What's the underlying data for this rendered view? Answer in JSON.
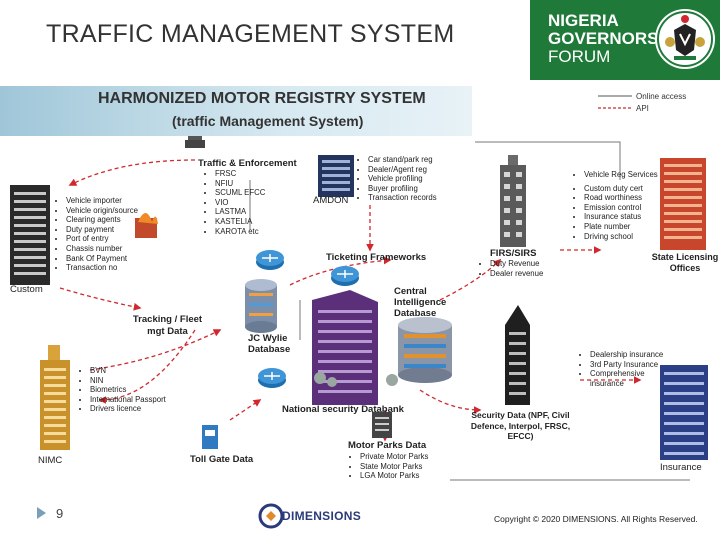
{
  "header": {
    "title": "TRAFFIC MANAGEMENT SYSTEM",
    "logo": {
      "line1": "NIGERIA",
      "line2": "GOVERNORS'",
      "line3": "FORUM"
    }
  },
  "banner": {
    "line1": "HARMONIZED MOTOR REGISTRY SYSTEM",
    "line2": "(traffic Management System)"
  },
  "legend": {
    "online": "Online access",
    "api": "API"
  },
  "nodes": {
    "traffic": {
      "title": "Traffic & Enforcement",
      "items": [
        "FRSC",
        "NFIU",
        "SCUML EFCC",
        "VIO",
        "LASTMA",
        "KASTELIA",
        "KAROTA etc"
      ]
    },
    "amdon": {
      "title": "AMDON",
      "items": [
        "Car stand/park reg",
        "Dealer/Agent reg",
        "Vehicle profiling",
        "Buyer profiling",
        "Transaction records"
      ]
    },
    "custom": {
      "title": "Custom",
      "items": [
        "Vehicle importer",
        "Vehicle origin/source",
        "Clearing agents",
        "Duty payment",
        "Port of entry",
        "Chassis number",
        "Bank Of Payment",
        "Transaction no"
      ]
    },
    "firs": {
      "title": "FIRS/SIRS",
      "items": [
        "Duty Revenue",
        "Dealer revenue"
      ]
    },
    "state_licensing": {
      "title": "State Licensing Offices",
      "items": [
        "Vehicle Reg Services",
        "Custom duty cert",
        "Road worthiness",
        "Emission control",
        "Insurance status",
        "Plate number",
        "Driving school"
      ]
    },
    "ticketing": {
      "title": "Ticketing Frameworks"
    },
    "central": {
      "title": "Central Intelligence Database"
    },
    "tracking": {
      "title": "Tracking / Fleet mgt Data"
    },
    "jcwylie": {
      "title": "JC Wylie Database"
    },
    "nimc": {
      "title": "NIMC",
      "items": [
        "BVN",
        "NIN",
        "Biometrics",
        "International Passport",
        "Drivers licence"
      ]
    },
    "national_security": {
      "title": "National security Databank"
    },
    "security_data": {
      "title": "Security Data (NPF, Civil Defence, Interpol, FRSC, EFCC)"
    },
    "insurance": {
      "title": "Insurance",
      "items": [
        "Dealership insurance",
        "3rd Party Insurance",
        "Comprehensive insurance"
      ]
    },
    "tollgate": {
      "title": "Toll Gate Data"
    },
    "motorparks": {
      "title": "Motor Parks Data",
      "items": [
        "Private Motor Parks",
        "State Motor Parks",
        "LGA Motor Parks"
      ]
    }
  },
  "footer": {
    "page": "9",
    "brand": "DIMENSIONS",
    "copyright": "Copyright © 2020 DIMENSIONS. All Rights Reserved."
  },
  "colors": {
    "ngf_green": "#1f7a3a",
    "connector_red": "#d0282e",
    "banner_blue": "#9fc6d8"
  }
}
